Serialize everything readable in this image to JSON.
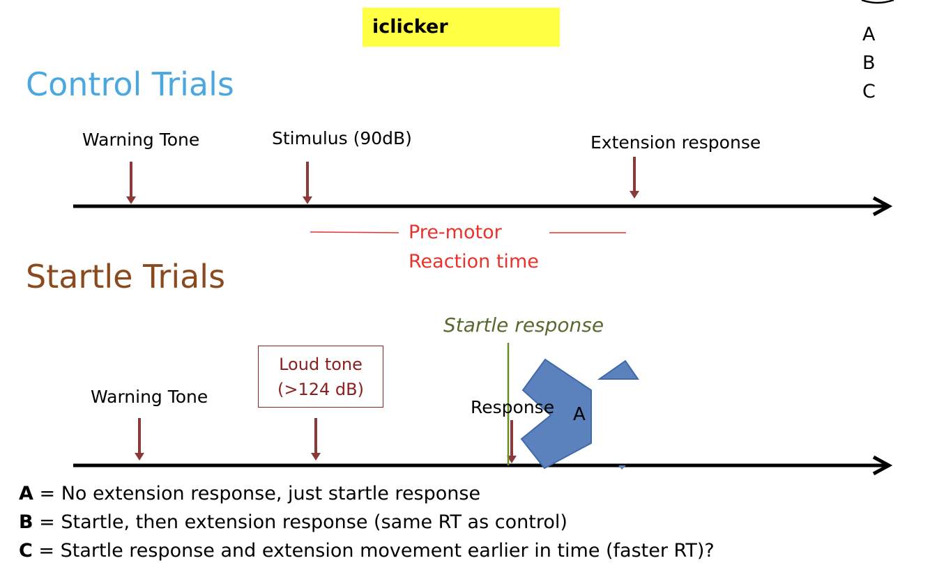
{
  "badge": {
    "label": "iclicker"
  },
  "legend_letters": [
    "A",
    "B",
    "C"
  ],
  "control": {
    "title": "Control Trials",
    "warning_tone": "Warning Tone",
    "stimulus": "Stimulus (90dB)",
    "extension_response": "Extension response",
    "premotor_line1": "Pre-motor",
    "premotor_line2": "Reaction time"
  },
  "startle": {
    "title": "Startle Trials",
    "startle_response": "Startle response",
    "loud_tone_line1": "Loud tone",
    "loud_tone_line2": "(>124 dB)",
    "warning_tone": "Warning Tone",
    "response": "Response",
    "marker_letter": "A"
  },
  "options": [
    {
      "key": "A",
      "text": " = No extension response, just startle response"
    },
    {
      "key": "B",
      "text": " = Startle, then extension response (same RT as control)"
    },
    {
      "key": "C",
      "text": " = Startle response and extension movement earlier in time (faster RT)?"
    }
  ],
  "colors": {
    "arrow": "#8b3a3a",
    "control_title": "#4aa7e0",
    "startle_title": "#8b4a1e",
    "premotor": "#e8322b",
    "startle_line": "#6b8e23",
    "shape_fill": "#5b82bd"
  }
}
